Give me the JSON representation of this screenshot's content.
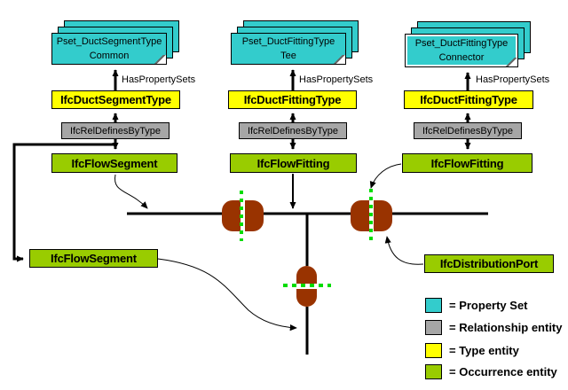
{
  "diagram": {
    "columns": [
      {
        "pset_line1": "Pset_DuctSegmentType",
        "pset_line2": "Common",
        "has_property_sets": "HasPropertySets",
        "type_entity": "IfcDuctSegmentType",
        "relationship_entity": "IfcRelDefinesByType",
        "occurrence_entity": "IfcFlowSegment"
      },
      {
        "pset_line1": "Pset_DuctFittingType",
        "pset_line2": "Tee",
        "has_property_sets": "HasPropertySets",
        "type_entity": "IfcDuctFittingType",
        "relationship_entity": "IfcRelDefinesByType",
        "occurrence_entity": "IfcFlowFitting"
      },
      {
        "pset_line1": "Pset_DuctFittingType",
        "pset_line2": "Connector",
        "has_property_sets": "HasPropertySets",
        "type_entity": "IfcDuctFittingType",
        "relationship_entity": "IfcRelDefinesByType",
        "occurrence_entity": "IfcFlowFitting"
      }
    ],
    "flow_segment_2": "IfcFlowSegment",
    "distribution_port": "IfcDistributionPort",
    "legend": [
      {
        "label": "= Property Set",
        "color": "#33CCCC"
      },
      {
        "label": "= Relationship entity",
        "color": "#A6A6A6"
      },
      {
        "label": "= Type entity",
        "color": "#FFFF00"
      },
      {
        "label": "= Occurrence entity",
        "color": "#99CC00"
      }
    ],
    "colors": {
      "property_set": "#33CCCC",
      "relationship_entity": "#A6A6A6",
      "type_entity": "#FFFF00",
      "occurrence_entity": "#99CC00",
      "fitting_body": "#993300",
      "port_dots": "#00DC00",
      "line": "#000000"
    }
  }
}
